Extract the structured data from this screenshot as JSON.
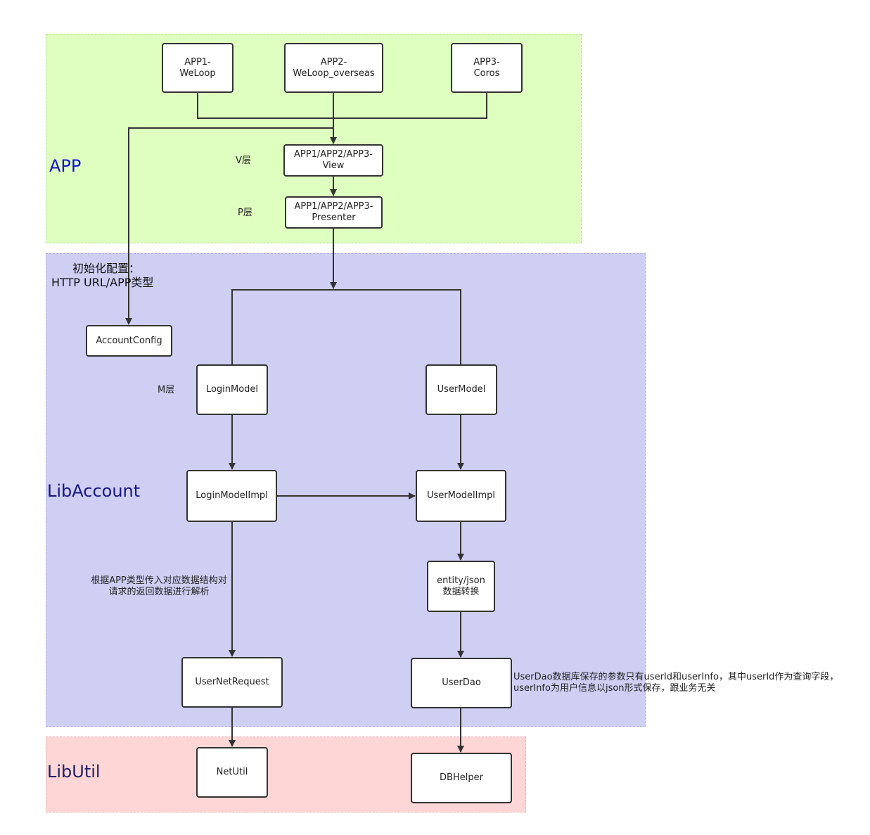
{
  "regions": {
    "app": "APP",
    "libaccount": "LibAccount",
    "libutil": "LibUtil"
  },
  "layers": {
    "v": "V层",
    "p": "P层",
    "m": "M层"
  },
  "nodes": {
    "app1": "APP1-\nWeLoop",
    "app2": "APP2-\nWeLoop_overseas",
    "app3": "APP3-\nCoros",
    "view": "APP1/APP2/APP3-\nView",
    "presenter": "APP1/APP2/APP3-\nPresenter",
    "account_config": "AccountConfig",
    "login_model": "LoginModel",
    "user_model": "UserModel",
    "login_model_impl": "LoginModelImpl",
    "user_model_impl": "UserModelImpl",
    "entity_json": "entity/json\n数据转换",
    "user_net_request": "UserNetRequest",
    "user_dao": "UserDao",
    "net_util": "NetUtil",
    "db_helper": "DBHelper"
  },
  "notes": {
    "init_config_line1": "初始化配置：",
    "init_config_line2": "HTTP URL/APP类型",
    "parse_line1": "根据APP类型传入对应数据结构对",
    "parse_line2": "请求的返回数据进行解析",
    "userdao_line1": "UserDao数据库保存的参数只有userId和userInfo，其中userId作为查询字段，",
    "userdao_line2": "userInfo为用户信息以json形式保存，跟业务无关"
  }
}
